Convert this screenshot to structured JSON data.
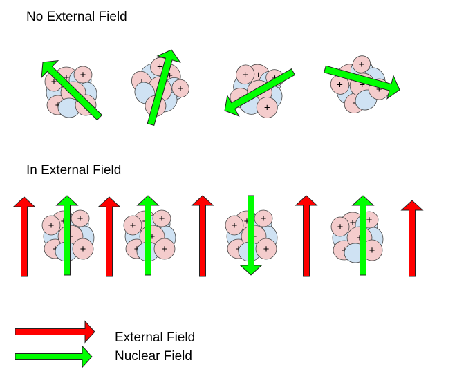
{
  "sections": {
    "no_field_title": "No External Field",
    "in_field_title": "In External Field"
  },
  "legend": {
    "external_field": "External Field",
    "nuclear_field": "Nuclear Field"
  },
  "colors": {
    "proton_fill": "#f4cccc",
    "neutron_fill": "#cfe2f3",
    "particle_stroke": "#444444",
    "external_field_arrow": "#ff0000",
    "nuclear_field_arrow": "#00ff00",
    "arrow_stroke": "#222222"
  },
  "particle_sign": "+"
}
